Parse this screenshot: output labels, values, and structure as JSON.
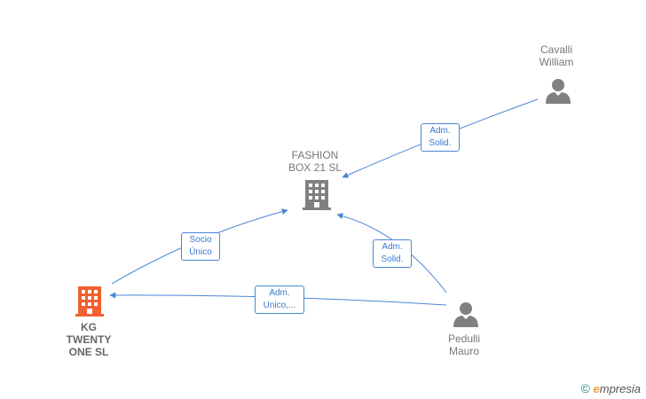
{
  "nodes": {
    "fashion": {
      "label": "FASHION\nBOX 21  SL",
      "type": "company"
    },
    "kg": {
      "label": "KG\nTWENTY\nONE  SL",
      "type": "company-main"
    },
    "cavalli": {
      "label": "Cavalli\nWilliam",
      "type": "person"
    },
    "pedulli": {
      "label": "Pedulli\nMauro",
      "type": "person"
    }
  },
  "edges": {
    "cavalli_fashion": "Adm.\nSolid.",
    "pedulli_fashion": "Adm.\nSolid.",
    "kg_fashion": "Socio\nÚnico",
    "pedulli_kg": "Adm.\nUnico,..."
  },
  "colors": {
    "edge": "#4a86d4",
    "company": "#808080",
    "company_main": "#f06030",
    "person": "#808080"
  },
  "footer": {
    "copyright": "©",
    "brand_initial": "e",
    "brand_rest": "mpresia"
  }
}
